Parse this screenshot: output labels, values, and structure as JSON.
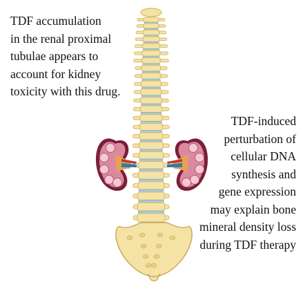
{
  "captions": {
    "left": [
      "TDF accumulation",
      "in the renal proximal",
      "tubulae appears to",
      "account for kidney",
      "toxicity with this drug."
    ],
    "right": [
      "TDF-induced",
      "perturbation of",
      "cellular DNA",
      "synthesis and",
      "gene expression",
      "may explain bone",
      "mineral density loss",
      "during TDF therapy"
    ]
  },
  "colors": {
    "bone": "#f5e3a6",
    "bone_shadow": "#d9b96a",
    "disc": "#a9c9d6",
    "kidney_outer": "#7a1f3a",
    "kidney_inner": "#d98aa0",
    "kidney_pelvis": "#e9a24c",
    "vessel": "#2f7ab0"
  },
  "icons": {
    "spine": "spine-illustration",
    "left_kidney": "left-kidney-illustration",
    "right_kidney": "right-kidney-illustration",
    "pelvis": "pelvis-illustration"
  }
}
